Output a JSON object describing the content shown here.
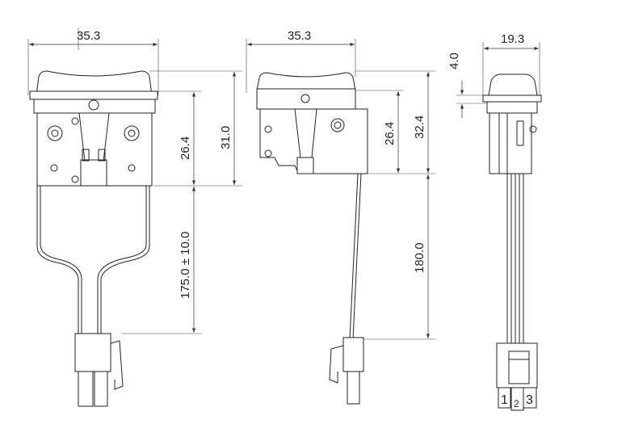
{
  "drawing": {
    "front_view": {
      "width_dim": "35.3",
      "body_height_dim": "26.4",
      "total_height_dim": "31.0",
      "wire_length_dim": "175.0 ± 10.0"
    },
    "side_view": {
      "width_dim": "35.3",
      "body_height_dim": "26.4",
      "total_height_dim": "32.4",
      "wire_length_dim": "180.0"
    },
    "end_view": {
      "width_dim": "19.3",
      "rocker_height_dim": "4.0",
      "pin_labels": [
        "1",
        "2",
        "3"
      ]
    }
  }
}
